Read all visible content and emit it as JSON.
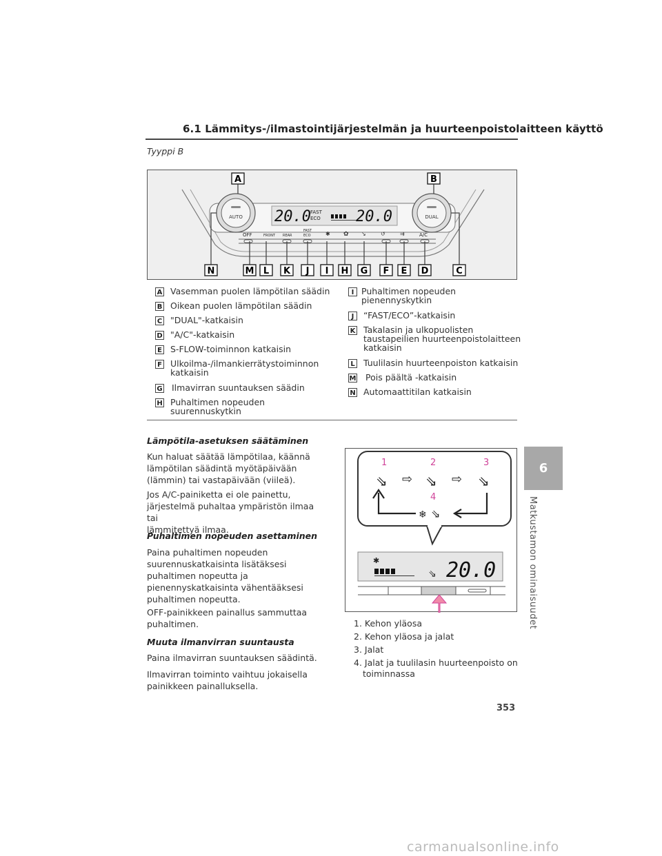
{
  "header": {
    "section_title": "6.1 Lämmitys-/ilmastointijärjestelmän ja huurteenpoistolaitteen käyttö"
  },
  "type_label": "Tyyppi B",
  "panel": {
    "callouts_top": [
      "A",
      "B"
    ],
    "callouts_bottom": [
      "N",
      "M",
      "L",
      "K",
      "J",
      "I",
      "H",
      "G",
      "F",
      "E",
      "D",
      "C"
    ],
    "knob_left_label": "AUTO",
    "knob_right_label": "DUAL",
    "display_left_temp": "20.0",
    "display_right_temp": "20.0",
    "display_mode_label_1": "FAST",
    "display_mode_label_2": "ECO",
    "button_labels": {
      "off": "OFF",
      "front": "FRONT",
      "rear": "REAR",
      "fast": "FAST",
      "eco": "ECO",
      "ac": "A/C"
    }
  },
  "legend_left": [
    {
      "badge": "A",
      "text": "Vasemman puolen lämpötilan säädin"
    },
    {
      "badge": "B",
      "text": "Oikean puolen lämpötilan säädin"
    },
    {
      "badge": "C",
      "text": "\"DUAL\"-katkaisin"
    },
    {
      "badge": "D",
      "text": "\"A/C\"-katkaisin"
    },
    {
      "badge": "E",
      "text": "S-FLOW-toiminnon katkaisin"
    },
    {
      "badge": "F",
      "text": "Ulkoilma-/ilmankierrätystoiminnon",
      "text2": "katkaisin"
    },
    {
      "badge": "G",
      "text": "Ilmavirran suuntauksen säädin"
    },
    {
      "badge": "H",
      "text": "Puhaltimen nopeuden",
      "text2": "suurennuskytkin"
    }
  ],
  "legend_right": [
    {
      "badge": "I",
      "text": "Puhaltimen nopeuden",
      "text2": "pienennyskytkin"
    },
    {
      "badge": "J",
      "text": "“FAST/ECO”-katkaisin"
    },
    {
      "badge": "K",
      "text": "Takalasin ja ulkopuolisten",
      "text2": "taustapeilien huurteenpoistolaitteen",
      "text3": "katkaisin"
    },
    {
      "badge": "L",
      "text": "Tuulilasin huurteenpoiston katkaisin"
    },
    {
      "badge": "M",
      "text": "Pois päältä -katkaisin"
    },
    {
      "badge": "N",
      "text": "Automaattitilan katkaisin"
    }
  ],
  "sections": {
    "temp_title": "Lämpötila-asetuksen säätäminen",
    "temp_p1": [
      "Kun haluat säätää lämpötilaa, käännä",
      "lämpötilan säädintä myötäpäivään",
      "(lämmin) tai vastapäivään (viileä)."
    ],
    "temp_p2": [
      "Jos A/C-painiketta ei ole painettu,",
      "järjestelmä puhaltaa ympäristön ilmaa tai",
      "lämmitettyä ilmaa."
    ],
    "fan_title": "Puhaltimen nopeuden asettaminen",
    "fan_p1": [
      "Paina puhaltimen nopeuden",
      "suurennuskatkaisinta lisätäksesi",
      "puhaltimen nopeutta ja",
      "pienennyskatkaisinta vähentääksesi",
      "puhaltimen nopeutta."
    ],
    "fan_p2": [
      "OFF-painikkeen painallus sammuttaa",
      "puhaltimen."
    ],
    "dir_title": "Muuta ilmanvirran suuntausta",
    "dir_p1": [
      "Paina ilmavirran suuntauksen säädintä."
    ],
    "dir_p2": [
      "Ilmavirran toiminto vaihtuu jokaisella",
      "painikkeen painalluksella."
    ]
  },
  "figure2": {
    "mode_numbers": [
      "1",
      "2",
      "3",
      "4"
    ],
    "display_temp": "20.0"
  },
  "mode_list": [
    {
      "num": "1.",
      "text": "Kehon yläosa"
    },
    {
      "num": "2.",
      "text": "Kehon yläosa ja jalat"
    },
    {
      "num": "3.",
      "text": "Jalat"
    },
    {
      "num": "4.",
      "text": "Jalat ja tuulilasin huurteenpoisto on",
      "text2": "toiminnassa"
    }
  ],
  "side_tab": {
    "number": "6",
    "text": "Matkustamon ominaisuudet"
  },
  "page_number": "353",
  "watermark": "carmanualsonline.info",
  "colors": {
    "callout_magenta": "#d0449a",
    "arrow_pink": "#f08aa8",
    "tab_grey": "#a8a8a8"
  }
}
